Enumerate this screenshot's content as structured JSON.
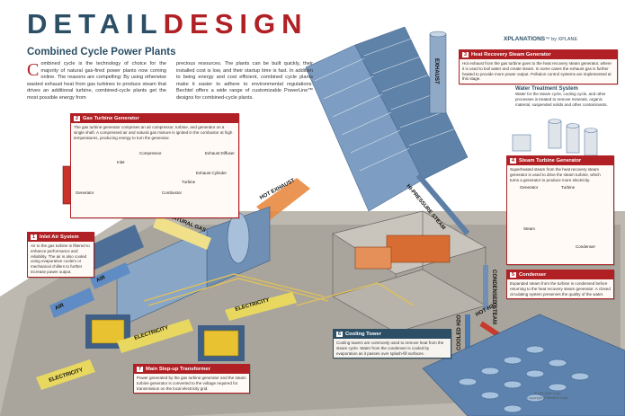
{
  "header": {
    "title_part1": "DETAIL",
    "title_part2": "DESIGN",
    "subtitle": "Combined Cycle Power Plants",
    "brand": "XPLANATIONS",
    "brand_suffix": "™ by XPLANE"
  },
  "intro": {
    "dropcap": "C",
    "col1": "ombined cycle is the technology of choice for the majority of natural gas-fired power plants now coming online. The reasons are compelling: By using otherwise wasted exhaust heat from gas turbines to produce steam that drives an additional turbine, combined-cycle plants get the most possible energy from",
    "col2": "precious resources. The plants can be built quickly, their installed cost is low, and their startup time is fast. In addition to being energy and cost efficient, combined cycle plants make it easier to adhere to environmental regulations. Bechtel offers a wide range of customizable PowerLine™ designs for combined-cycle plants."
  },
  "callouts": [
    {
      "num": "1",
      "title": "Inlet Air System",
      "body": "Air to the gas turbine is filtered to enhance performance and reliability. The air is also cooled using evaporative coolers or mechanical chillers to further increase power output."
    },
    {
      "num": "2",
      "title": "Gas Turbine Generator",
      "body": "The gas turbine generator comprises an air compressor, turbine, and generator on a single shaft. A compressed air and natural gas mixture is ignited in the combustor at high temperatures, producing energy to turn the generator."
    },
    {
      "num": "3",
      "title": "Heat Recovery Steam Generator",
      "body": "Hot exhaust from the gas turbine goes to the heat recovery steam generator, where it is used to boil water and create steam. In some cases the exhaust gas is further heated to provide more power output. Pollution control systems are implemented at this stage."
    },
    {
      "num": "4",
      "title": "Steam Turbine Generator",
      "body": "Superheated steam from the heat recovery steam generator is used to drive the steam turbine, which turns a generator to produce more electricity."
    },
    {
      "num": "5",
      "title": "Condenser",
      "body": "Expanded steam from the turbine is condensed before returning to the heat recovery steam generator. A closed circulating system preserves the quality of the water."
    },
    {
      "num": "6",
      "title": "Cooling Tower",
      "body": "Cooling towers are commonly used to remove heat from the steam cycle. Water from the condenser is cooled by evaporation as it passes over splash-fill surfaces."
    },
    {
      "num": "7",
      "title": "Main Step-up Transformer",
      "body": "Power generated by the gas turbine generator and the steam turbine generator is converted to the voltage required for transmission on the local electricity grid."
    }
  ],
  "water_treatment": {
    "title": "Water Treatment System",
    "body": "Water for the steam cycle, cooling cycle, and other processes is treated to remove minerals, organic material, suspended solids and other contaminants."
  },
  "part_labels": {
    "compressor": "Compressor",
    "inlet": "Inlet",
    "exhaust_diffuser": "Exhaust Diffuser",
    "exhaust_cylinder": "Exhaust Cylinder",
    "turbine": "Turbine",
    "combustor": "Combustor",
    "generator": "Generator",
    "st_turbine": "Turbine",
    "st_generator": "Generator",
    "st_steam": "Steam",
    "st_condenser": "Condenser"
  },
  "stream_labels": {
    "hot_exhaust": "HOT EXHAUST",
    "natural_gas": "NATURAL GAS",
    "hp_steam": "HI-PRESSURE STEAM",
    "condensed_steam": "CONDENSED STEAM",
    "hot_h2o": "HOT H2O",
    "cooled_h2o": "COOLED H2O",
    "air_1": "AIR",
    "air_2": "AIR",
    "electricity_1": "ELECTRICITY",
    "electricity_2": "ELECTRICITY",
    "electricity_3": "ELECTRICITY",
    "stack": "EXHAUST"
  },
  "footer": {
    "line1": "© XPLANE Corp.",
    "line2": "Copyright © Bechtel Corp."
  },
  "colors": {
    "brand_blue": "#2c4f66",
    "brand_red": "#b02024",
    "ground": "#a8a49c",
    "machinery_blue": "#6a8fb5",
    "steam_orange": "#e07a3a",
    "generator_red": "#c83a2e",
    "transformer_yellow": "#e8c230"
  }
}
